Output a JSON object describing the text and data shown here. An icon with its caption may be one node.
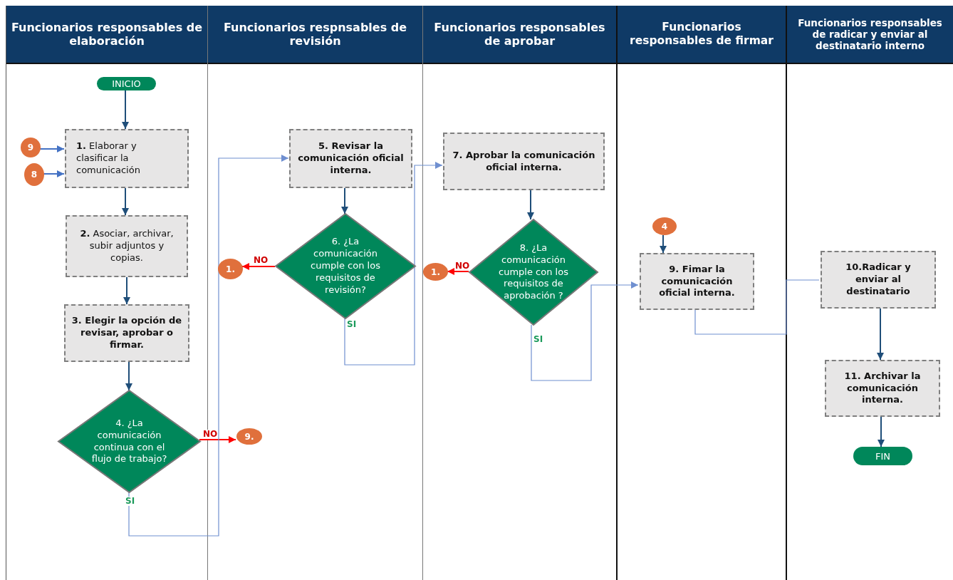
{
  "diagram": {
    "nodes": [
      {
        "text": [
          "Funcionarios  responsables de elaboración"
        ]
      },
      {
        "text": [
          "Funcionarios respnsables de revisión"
        ]
      },
      {
        "text": [
          "Funcionarios responsables de aprobar"
        ]
      },
      {
        "text": [
          "Funcionarios responsables de firmar"
        ]
      },
      {
        "text": [
          "Funcionarios responsables de radicar y enviar al destinatario interno"
        ]
      },
      {
        "text": [
          "INICIO"
        ],
        "in": 0
      },
      {
        "text": [
          "9"
        ],
        "in": 0
      },
      {
        "text": [
          "8"
        ],
        "in": 0
      },
      {
        "text": [
          "**1.** Elaborar y clasificar la comunicación"
        ],
        "in": 0
      },
      {
        "text": [
          "**2.** Asociar, archivar, subir adjuntos y copias."
        ],
        "in": 0
      },
      {
        "text": [
          "3. Elegir la opción de revisar, aprobar o firmar."
        ],
        "in": 0
      },
      {
        "text": [
          "4. ¿La comunicación continua con el flujo de trabajo?"
        ],
        "in": 0
      },
      {
        "text": [
          "9."
        ],
        "in": 1
      },
      {
        "text": [
          "5. Revisar la comunicación oficial interna."
        ],
        "in": 1
      },
      {
        "text": [
          "6. ¿La comunicación cumple con los requisitos de revisión?"
        ],
        "in": 1
      },
      {
        "text": [
          "1."
        ],
        "in": 1
      },
      {
        "text": [
          "7. Aprobar la comunicación oficial interna."
        ],
        "in": 2
      },
      {
        "text": [
          "8. ¿La comunicación cumple con los requisitos de aprobación ?"
        ],
        "in": 2
      },
      {
        "text": [
          "1."
        ],
        "in": 2
      },
      {
        "text": [
          "4"
        ],
        "in": 3
      },
      {
        "text": [
          "9. Fimar la comunicación oficial interna."
        ],
        "in": 3
      },
      {
        "text": [
          "10.Radicar y enviar al destinatario"
        ],
        "in": 4
      },
      {
        "text": [
          "11. Archivar la comunicación interna."
        ],
        "in": 4
      },
      {
        "text": [
          "FIN"
        ],
        "in": 4
      }
    ],
    "edges": [
      {
        "from": 5,
        "to": 8,
        "arrow": "to"
      },
      {
        "from": 6,
        "to": 8,
        "arrow": "to",
        "color": "#4472c4"
      },
      {
        "from": 7,
        "to": 8,
        "arrow": "to",
        "color": "#4472c4"
      },
      {
        "from": 8,
        "to": 9,
        "arrow": "to"
      },
      {
        "from": 9,
        "to": 10,
        "arrow": "to"
      },
      {
        "from": 10,
        "to": 11,
        "arrow": "to"
      },
      {
        "from": 11,
        "to": 12,
        "arrow": "to",
        "label": "NO",
        "color": "#ff0000"
      },
      {
        "from": 11,
        "to": 13,
        "arrow": "to",
        "label": "SI",
        "color": "#6f8fd0"
      },
      {
        "from": 13,
        "to": 14,
        "arrow": "to"
      },
      {
        "from": 14,
        "to": 15,
        "arrow": "to",
        "label": "NO",
        "color": "#ff0000"
      },
      {
        "from": 14,
        "to": 16,
        "arrow": "to",
        "label": "SI",
        "color": "#6f8fd0"
      },
      {
        "from": 16,
        "to": 17,
        "arrow": "to"
      },
      {
        "from": 17,
        "to": 18,
        "arrow": "to",
        "label": "NO",
        "color": "#ff0000"
      },
      {
        "from": 17,
        "to": 20,
        "arrow": "to",
        "label": "SI",
        "color": "#6f8fd0"
      },
      {
        "from": 19,
        "to": 20,
        "arrow": "to"
      },
      {
        "from": 20,
        "to": 21,
        "arrow": "none",
        "color": "#6f8fd0"
      },
      {
        "from": 21,
        "to": 22,
        "arrow": "to"
      },
      {
        "from": 22,
        "to": 23,
        "arrow": "to"
      }
    ]
  }
}
